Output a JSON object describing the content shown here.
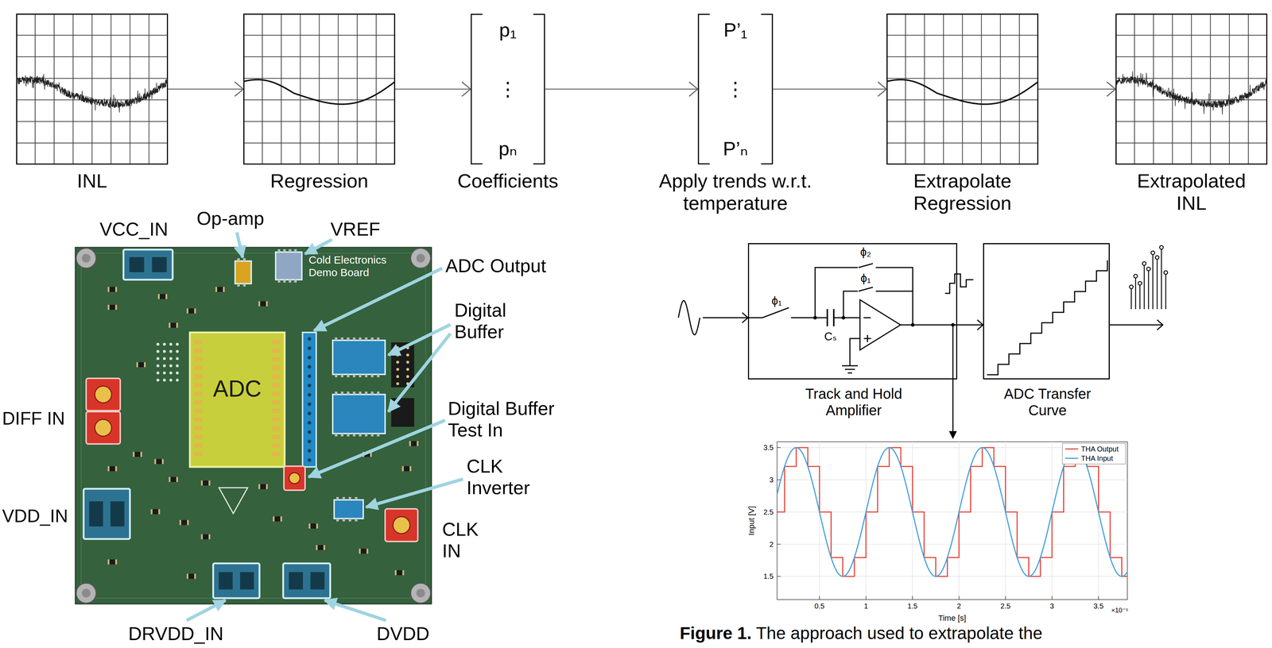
{
  "diagram": {
    "caption": "Figure 1. The approach used to extrapolate the",
    "nodes": [
      {
        "text": [
          "INL"
        ]
      },
      {
        "text": [
          "Regression"
        ]
      },
      {
        "text": [
          "p₁",
          "⋮",
          "pₙ",
          "Coefficients"
        ]
      },
      {
        "text": [
          "P’₁",
          "⋮",
          "P’ₙ",
          "Apply trends w.r.t. temperature"
        ]
      },
      {
        "text": [
          "Extrapolate Regression"
        ]
      },
      {
        "text": [
          "Extrapolated INL"
        ]
      },
      {
        "text": [
          "Track and Hold Amplifier"
        ]
      },
      {
        "text": [
          "ADC Transfer Curve"
        ]
      }
    ],
    "edges": [
      {
        "from": 0,
        "to": 1,
        "arrow": "to"
      },
      {
        "from": 1,
        "to": 2,
        "arrow": "to"
      },
      {
        "from": 2,
        "to": 3,
        "arrow": "to"
      },
      {
        "from": 3,
        "to": 4,
        "arrow": "to"
      },
      {
        "from": 4,
        "to": 5,
        "arrow": "to"
      },
      {
        "from": 6,
        "to": 7,
        "arrow": "to"
      }
    ],
    "labels": [
      "VCC_IN",
      "Op-amp",
      "VREF",
      "ADC Output",
      "Digital Buffer",
      "Digital Buffer Test In",
      "CLK Inverter",
      "CLK IN",
      "DIFF IN",
      "VDD_IN",
      "DRVDD_IN",
      "DVDD",
      "ADC",
      "Cold Electronics Demo Board",
      "ϕ₂",
      "ϕ₁",
      "ϕ₁",
      "Cₛ",
      "3.5",
      "3",
      "2.5",
      "2",
      "1.5",
      "0.5",
      "1",
      "1.5",
      "2",
      "2.5",
      "3",
      "3.5",
      "×10⁻⁵",
      "Time [s]",
      "Input [V]"
    ],
    "legend": [
      {
        "text": "THA Output"
      },
      {
        "text": "THA Input"
      }
    ]
  }
}
